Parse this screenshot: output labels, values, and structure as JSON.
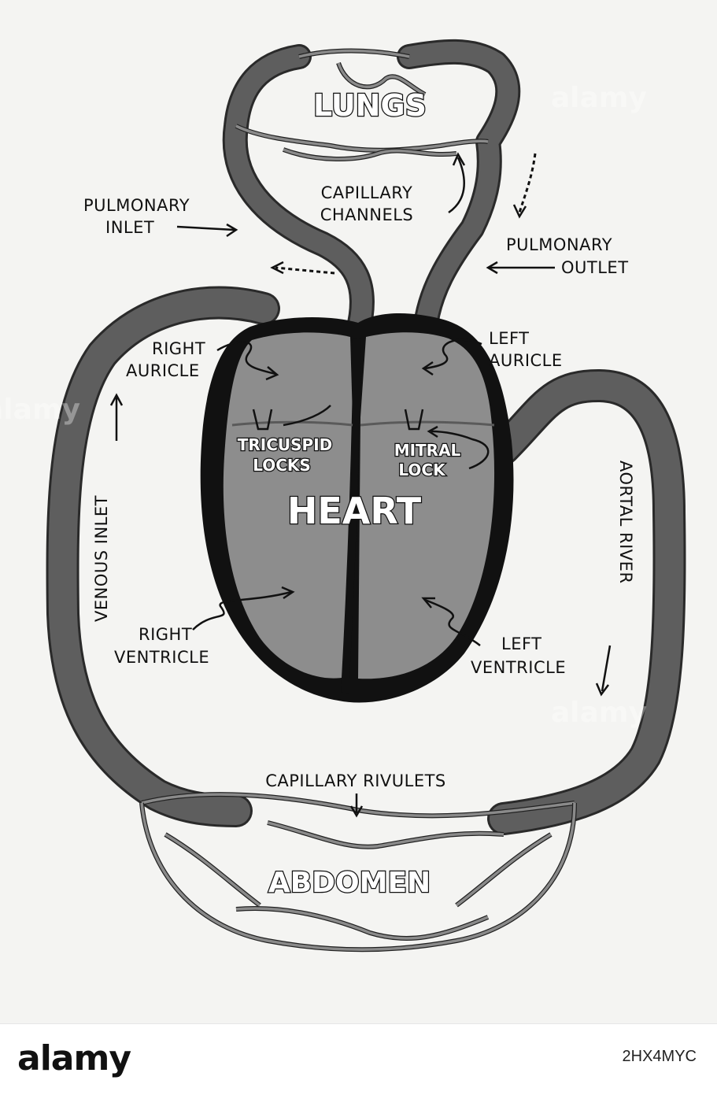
{
  "diagram": {
    "labels": {
      "lungs": "LUNGS",
      "capillary_channels_1": "CAPILLARY",
      "capillary_channels_2": "CHANNELS",
      "pulmonary_inlet_1": "PULMONARY",
      "pulmonary_inlet_2": "INLET",
      "pulmonary_outlet_1": "PULMONARY",
      "pulmonary_outlet_2": "OUTLET",
      "right_auricle_1": "RIGHT",
      "right_auricle_2": "AURICLE",
      "left_auricle_1": "LEFT",
      "left_auricle_2": "AURICLE",
      "tricuspid_locks_1": "TRICUSPID",
      "tricuspid_locks_2": "LOCKS",
      "mitral_lock_1": "MITRAL",
      "mitral_lock_2": "LOCK",
      "heart": "HEART",
      "venous_inlet": "VENOUS INLET",
      "aortal_river": "AORTAL RIVER",
      "right_ventricle_1": "RIGHT",
      "right_ventricle_2": "VENTRICLE",
      "left_ventricle_1": "LEFT",
      "left_ventricle_2": "VENTRICLE",
      "capillary_rivulets": "CAPILLARY RIVULETS",
      "abdomen": "ABDOMEN"
    },
    "colors": {
      "vessel": "#5e5e5e",
      "heart_wall": "#111111",
      "heart_chamber": "#8d8d8d",
      "ink": "#111111"
    }
  },
  "footer": {
    "logo": "alamy",
    "image_id": "2HX4MYC",
    "watermark": "alamy"
  }
}
